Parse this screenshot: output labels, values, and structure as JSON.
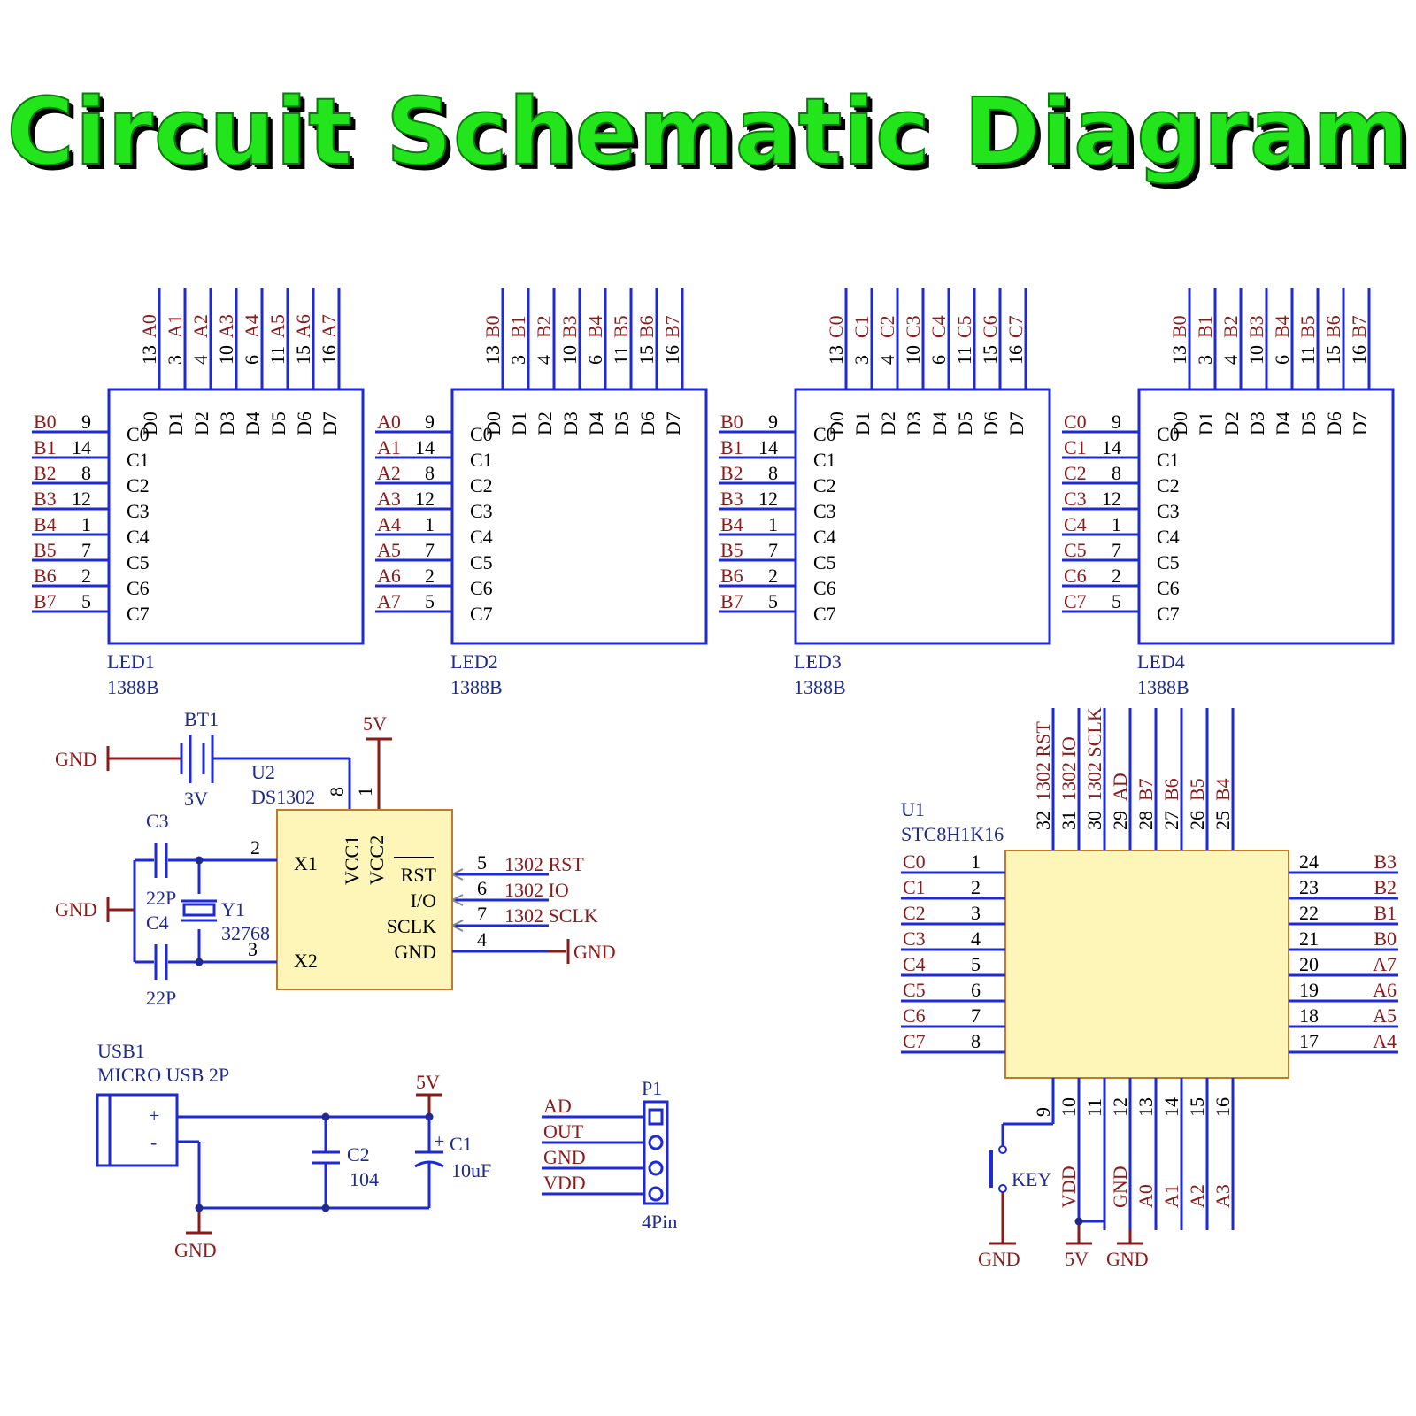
{
  "title": "Circuit Schematic Diagram",
  "leds": [
    {
      "ref": "LED1",
      "part": "1388B",
      "top_nets": [
        "A0",
        "A1",
        "A2",
        "A3",
        "A4",
        "A5",
        "A6",
        "A7"
      ],
      "left_nets": [
        "B0",
        "B1",
        "B2",
        "B3",
        "B4",
        "B5",
        "B6",
        "B7"
      ]
    },
    {
      "ref": "LED2",
      "part": "1388B",
      "top_nets": [
        "B0",
        "B1",
        "B2",
        "B3",
        "B4",
        "B5",
        "B6",
        "B7"
      ],
      "left_nets": [
        "A0",
        "A1",
        "A2",
        "A3",
        "A4",
        "A5",
        "A6",
        "A7"
      ]
    },
    {
      "ref": "LED3",
      "part": "1388B",
      "top_nets": [
        "C0",
        "C1",
        "C2",
        "C3",
        "C4",
        "C5",
        "C6",
        "C7"
      ],
      "left_nets": [
        "B0",
        "B1",
        "B2",
        "B3",
        "B4",
        "B5",
        "B6",
        "B7"
      ]
    },
    {
      "ref": "LED4",
      "part": "1388B",
      "top_nets": [
        "B0",
        "B1",
        "B2",
        "B3",
        "B4",
        "B5",
        "B6",
        "B7"
      ],
      "left_nets": [
        "C0",
        "C1",
        "C2",
        "C3",
        "C4",
        "C5",
        "C6",
        "C7"
      ]
    }
  ],
  "led_top_pin_nums": [
    "13",
    "3",
    "4",
    "10",
    "6",
    "11",
    "15",
    "16"
  ],
  "led_top_pin_names": [
    "D0",
    "D1",
    "D2",
    "D3",
    "D4",
    "D5",
    "D6",
    "D7"
  ],
  "led_left_pin_nums": [
    "9",
    "14",
    "8",
    "12",
    "1",
    "7",
    "2",
    "5"
  ],
  "led_left_pin_names": [
    "C0",
    "C1",
    "C2",
    "C3",
    "C4",
    "C5",
    "C6",
    "C7"
  ],
  "rtc": {
    "battery_ref": "BT1",
    "battery_val": "3V",
    "ref": "U2",
    "part": "DS1302",
    "gnd": "GND",
    "supply": "5V",
    "pin_vcc1": "VCC1",
    "pin_vcc2": "VCC2",
    "pin_num_vcc1": "8",
    "pin_num_vcc2": "1",
    "pin_x1": "X1",
    "pin_x2": "X2",
    "pin_num_x1": "2",
    "pin_num_x2": "3",
    "right_pins": [
      {
        "name": "RST",
        "num": "5",
        "net": "1302  RST"
      },
      {
        "name": "I/O",
        "num": "6",
        "net": "1302  IO"
      },
      {
        "name": "SCLK",
        "num": "7",
        "net": "1302  SCLK"
      },
      {
        "name": "GND",
        "num": "4",
        "net": "GND"
      }
    ],
    "c3_ref": "C3",
    "c3_val": "22P",
    "c4_ref": "C4",
    "c4_val": "22P",
    "crystal_ref": "Y1",
    "crystal_val": "32768"
  },
  "usb": {
    "ref": "USB1",
    "part": "MICRO USB 2P",
    "plus": "+",
    "minus": "-",
    "supply": "5V",
    "gnd": "GND",
    "c2_ref": "C2",
    "c2_val": "104",
    "c1_ref": "C1",
    "c1_val": "10uF",
    "c1_pol": "+"
  },
  "header": {
    "ref": "P1",
    "part": "4Pin",
    "nets": [
      "AD",
      "OUT",
      "GND",
      "VDD"
    ]
  },
  "mcu": {
    "ref": "U1",
    "part": "STC8H1K16",
    "left_pins": [
      {
        "num": "1",
        "net": "C0"
      },
      {
        "num": "2",
        "net": "C1"
      },
      {
        "num": "3",
        "net": "C2"
      },
      {
        "num": "4",
        "net": "C3"
      },
      {
        "num": "5",
        "net": "C4"
      },
      {
        "num": "6",
        "net": "C5"
      },
      {
        "num": "7",
        "net": "C6"
      },
      {
        "num": "8",
        "net": "C7"
      }
    ],
    "right_pins": [
      {
        "num": "24",
        "net": "B3"
      },
      {
        "num": "23",
        "net": "B2"
      },
      {
        "num": "22",
        "net": "B1"
      },
      {
        "num": "21",
        "net": "B0"
      },
      {
        "num": "20",
        "net": "A7"
      },
      {
        "num": "19",
        "net": "A6"
      },
      {
        "num": "18",
        "net": "A5"
      },
      {
        "num": "17",
        "net": "A4"
      }
    ],
    "top_pins": [
      {
        "num": "32",
        "net": "1302 RST"
      },
      {
        "num": "31",
        "net": "1302 IO"
      },
      {
        "num": "30",
        "net": "1302 SCLK"
      },
      {
        "num": "29",
        "net": "AD"
      },
      {
        "num": "28",
        "net": "B7"
      },
      {
        "num": "27",
        "net": "B6"
      },
      {
        "num": "26",
        "net": "B5"
      },
      {
        "num": "25",
        "net": "B4"
      }
    ],
    "bottom_pins": [
      {
        "num": "9",
        "net": ""
      },
      {
        "num": "10",
        "net": "VDD"
      },
      {
        "num": "11",
        "net": ""
      },
      {
        "num": "12",
        "net": "GND"
      },
      {
        "num": "13",
        "net": "A0"
      },
      {
        "num": "14",
        "net": "A1"
      },
      {
        "num": "15",
        "net": "A2"
      },
      {
        "num": "16",
        "net": "A3"
      }
    ],
    "key_label": "KEY",
    "gnd": "GND",
    "supply": "5V"
  },
  "colors": {
    "title": "#22e51c",
    "wire": "#1e2ad6",
    "net": "#8b1a1a",
    "chip_fill": "#fdf6b8"
  }
}
